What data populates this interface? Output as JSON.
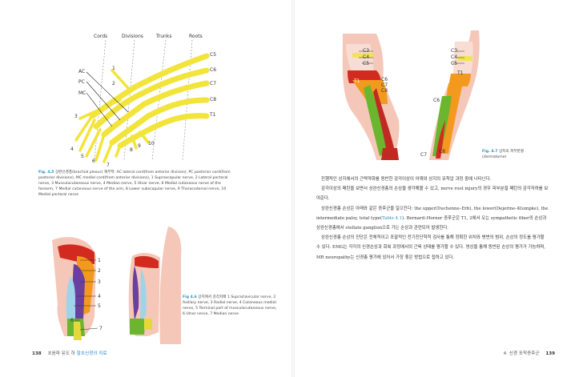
{
  "fig45": {
    "headers": [
      "Cords",
      "Divisions",
      "Trunks",
      "Roots"
    ],
    "roots": [
      "C5",
      "C6",
      "C7",
      "C8",
      "T1"
    ],
    "cords": [
      "AC",
      "PC",
      "MC"
    ],
    "numbers": [
      "1",
      "2",
      "3",
      "4",
      "5",
      "6",
      "7",
      "8",
      "9",
      "10"
    ],
    "caption_label": "Fig. 4.5",
    "caption": "상완신경총(brachial plexus) 해부학: AC lateral cord(from anterior division), PC posterior cord(from posterior divisions), MC medial cord(from anterior divisions), 1 Suprascapular nerve, 2 Lateral pectoral nerve, 3 Musculocutaneous nerve, 4 Median nerve, 5 Ulnar nerve, 6 Medial cutaneous nerve of the forearm, 7 Medial cutaneous nerve of the arm, 8 Lower subscapular nerve, 9 Thoracodorsal nerve, 10 Medial pectoral nerve"
  },
  "fig46": {
    "numbers": [
      "1",
      "2",
      "3",
      "4",
      "5",
      "6",
      "7"
    ],
    "caption_label": "Fig 4.6",
    "caption": "상지에서 감각지배 1 Supraclavicular nerve, 2 Axillary nerve, 3 Radial nerve, 4 Cutaneous medial nerve, 5 Terminal part of musculocutaneous nerve, 6 Ulnar nerve, 7 Median nerve"
  },
  "fig47": {
    "left_labels": [
      "C3",
      "C4",
      "C5",
      "T1",
      "C6",
      "C7",
      "C8"
    ],
    "right_labels": [
      "C3",
      "C4",
      "C5",
      "T1",
      "C6",
      "C7",
      "C8"
    ],
    "caption_label": "Fig. 4.7",
    "caption_text": "상지의 피부분절",
    "caption_sub": "(dermatome)"
  },
  "body": {
    "p1": "진행적인 상지에서의 근력약화를 동반한 감각이상이 어깨와 상지의 유착압 과정 중에 나타난다.",
    "p2": "감각이상의 패턴을 보면서 상완신경총의 손상을 생각해볼 수 있고, nerve root injury의 경우 피부분절 패턴의 감각저하를 보여준다.",
    "p3a": "상완신경총 손상은 아래와 같은 증후군을 일으킨다: the upper(Duchenne–Erb), the lower(Dejerine–Klumpke), the intermediate palsy, total type(",
    "p3ref": "Table 4.1",
    "p3b": "). Bernard–Horner 증후군은 T1, 2에서 오는 sympathetic fiber의 손상과 상완신경총에서 stellate ganglion으로 가는 손상과 관련되어 발생한다.",
    "p4": "상완신경총 손상의 진단은 전체적이고 포괄적인 전기진단학적 검사를 통해 정확한 위치와 병변의 범위, 손상의 정도를 평가할 수 있다. EMG는 각각의 신경손상과 회복 과정에서의 근육 상태를 평가할 수 있다. 영상을 통해 동반된 손상의 평가가 가능하며, MR neuropathy는 신경총 평가에 있어서 가장 좋은 방법으로 접하고 있다."
  },
  "footer": {
    "left_page": "138",
    "left_book": "초음파 유도 하",
    "left_title": "말초신경의 치료",
    "right_chapter": "4. 신경 포착증후군",
    "right_page": "139"
  },
  "colors": {
    "accent": "#2a8fc9",
    "nerve_yellow": "#f2e43a",
    "dermatome_red": "#d32a1f",
    "dermatome_orange": "#f39a1e",
    "dermatome_green": "#6bb52f",
    "dermatome_purple": "#6a3fa0",
    "dermatome_blue": "#9ed3ea",
    "skin": "#f5c7b8"
  }
}
